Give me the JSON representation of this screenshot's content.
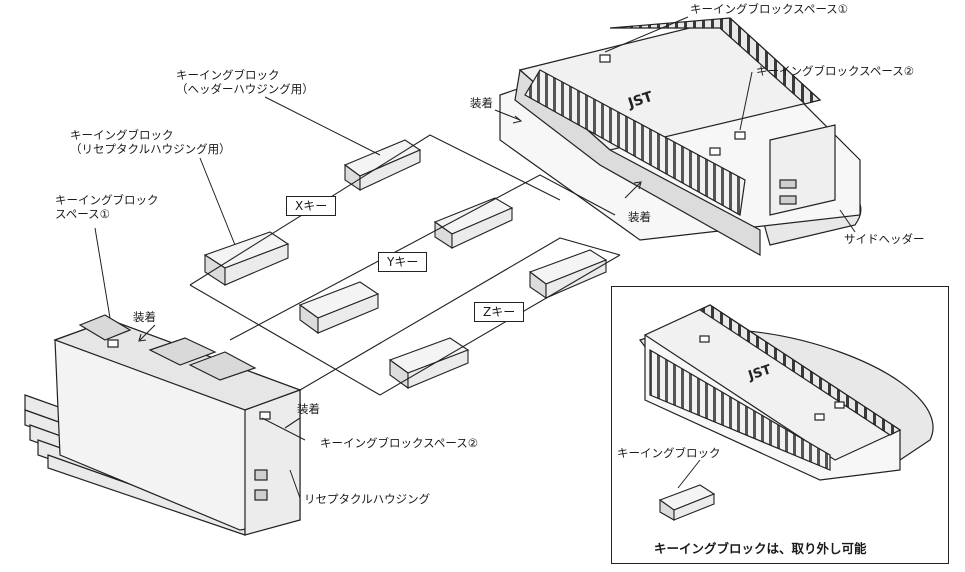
{
  "labels": {
    "keying_space_1_top": "キーイングブロックスペース①",
    "keying_space_2_top": "キーイングブロックスペース②",
    "keying_block_header_l1": "キーイングブロック",
    "keying_block_header_l2": "（ヘッダーハウジング用）",
    "keying_block_recept_l1": "キーイングブロック",
    "keying_block_recept_l2": "（リセプタクルハウジング用）",
    "keying_space_1_left_l1": "キーイングブロック",
    "keying_space_1_left_l2": "スペース①",
    "mount_top": "装着",
    "mount_mid": "装着",
    "mount_left": "装着",
    "mount_bottom": "装着",
    "side_header": "サイドヘッダー",
    "keying_space_2_bottom": "キーイングブロックスペース②",
    "receptacle_housing": "リセプタクルハウジング",
    "inset_keying_block": "キーイングブロック",
    "inset_caption": "キーイングブロックは、取り外し可能"
  },
  "keys": {
    "x": "Xキー",
    "y": "Yキー",
    "z": "Zキー"
  },
  "brand": "JST"
}
